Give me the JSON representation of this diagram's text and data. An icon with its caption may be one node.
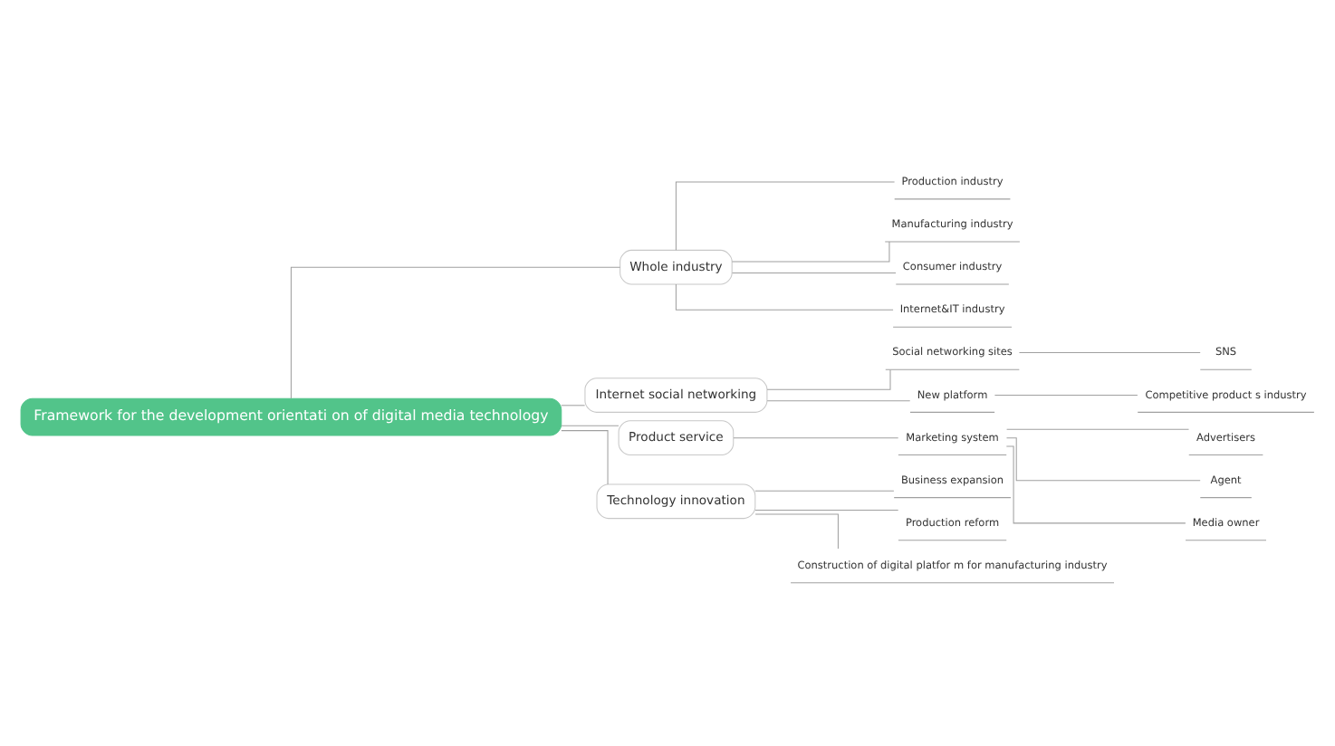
{
  "diagram": {
    "nodes": [
      {
        "text": [
          "Framework for the development orientati on of digital media technology"
        ]
      },
      {
        "text": [
          "Whole industry"
        ]
      },
      {
        "text": [
          "Production industry"
        ]
      },
      {
        "text": [
          "Manufacturing industry"
        ]
      },
      {
        "text": [
          "Consumer industry"
        ]
      },
      {
        "text": [
          "Internet&IT industry"
        ]
      },
      {
        "text": [
          "Internet social networking"
        ]
      },
      {
        "text": [
          "Social networking sites"
        ]
      },
      {
        "text": [
          "SNS"
        ]
      },
      {
        "text": [
          "New platform"
        ]
      },
      {
        "text": [
          "Competitive product s industry"
        ]
      },
      {
        "text": [
          "Product service"
        ]
      },
      {
        "text": [
          "Marketing system"
        ]
      },
      {
        "text": [
          "Advertisers"
        ]
      },
      {
        "text": [
          "Agent"
        ]
      },
      {
        "text": [
          "Media owner"
        ]
      },
      {
        "text": [
          "Technology innovation"
        ]
      },
      {
        "text": [
          "Business expansion"
        ]
      },
      {
        "text": [
          "Production reform"
        ]
      },
      {
        "text": [
          "Construction of digital platfor m for manufacturing industry"
        ]
      }
    ],
    "edges": [
      {
        "from": 0,
        "to": 1,
        "arrow": "none"
      },
      {
        "from": 1,
        "to": 2,
        "arrow": "none"
      },
      {
        "from": 1,
        "to": 3,
        "arrow": "none"
      },
      {
        "from": 1,
        "to": 4,
        "arrow": "none"
      },
      {
        "from": 1,
        "to": 5,
        "arrow": "none"
      },
      {
        "from": 0,
        "to": 6,
        "arrow": "none"
      },
      {
        "from": 6,
        "to": 7,
        "arrow": "none"
      },
      {
        "from": 7,
        "to": 8,
        "arrow": "none"
      },
      {
        "from": 6,
        "to": 9,
        "arrow": "none"
      },
      {
        "from": 9,
        "to": 10,
        "arrow": "none"
      },
      {
        "from": 0,
        "to": 11,
        "arrow": "none"
      },
      {
        "from": 11,
        "to": 12,
        "arrow": "none"
      },
      {
        "from": 12,
        "to": 13,
        "arrow": "none"
      },
      {
        "from": 12,
        "to": 14,
        "arrow": "none"
      },
      {
        "from": 12,
        "to": 15,
        "arrow": "none"
      },
      {
        "from": 0,
        "to": 16,
        "arrow": "none"
      },
      {
        "from": 16,
        "to": 17,
        "arrow": "none"
      },
      {
        "from": 16,
        "to": 18,
        "arrow": "none"
      },
      {
        "from": 16,
        "to": 19,
        "arrow": "none"
      }
    ]
  }
}
